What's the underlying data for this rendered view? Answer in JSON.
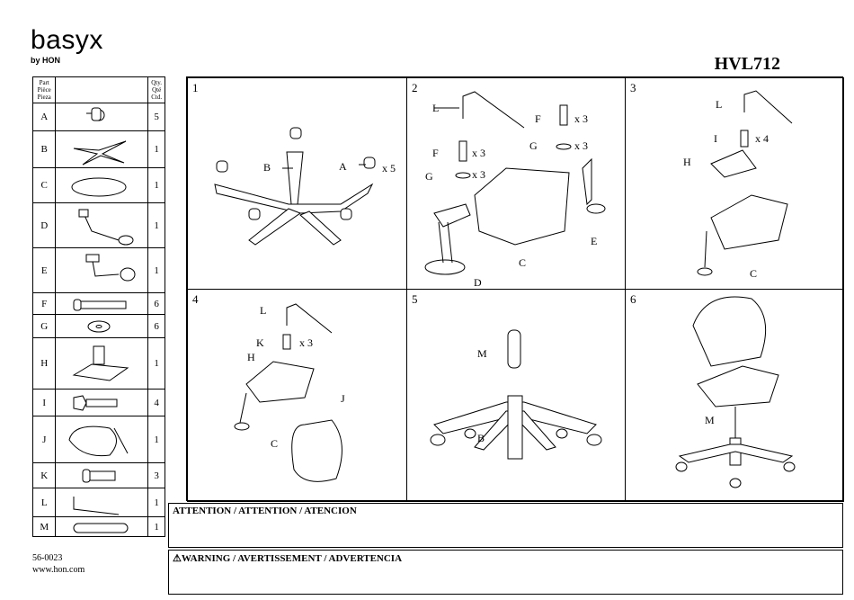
{
  "brand": {
    "name": "basyx",
    "tagline": "by HON"
  },
  "model": "HVL712",
  "parts_table": {
    "headers": {
      "part": "Part\nPièce\nPieza",
      "qty": "Qty.\nQté\nCtd."
    },
    "rows": [
      {
        "letter": "A",
        "qty": "5",
        "icon": "caster-icon"
      },
      {
        "letter": "B",
        "qty": "1",
        "icon": "base-icon"
      },
      {
        "letter": "C",
        "qty": "1",
        "icon": "seat-icon"
      },
      {
        "letter": "D",
        "qty": "1",
        "icon": "armrest-left-icon"
      },
      {
        "letter": "E",
        "qty": "1",
        "icon": "armrest-right-icon"
      },
      {
        "letter": "F",
        "qty": "6",
        "icon": "screw-icon"
      },
      {
        "letter": "G",
        "qty": "6",
        "icon": "washer-icon"
      },
      {
        "letter": "H",
        "qty": "1",
        "icon": "mechanism-icon"
      },
      {
        "letter": "I",
        "qty": "4",
        "icon": "bolt-icon"
      },
      {
        "letter": "J",
        "qty": "1",
        "icon": "backrest-icon"
      },
      {
        "letter": "K",
        "qty": "3",
        "icon": "short-screw-icon"
      },
      {
        "letter": "L",
        "qty": "1",
        "icon": "allen-wrench-icon"
      },
      {
        "letter": "M",
        "qty": "1",
        "icon": "cylinder-icon"
      }
    ]
  },
  "steps": [
    {
      "number": "1",
      "labels": {
        "A": "A",
        "B": "B",
        "x5": "x 5"
      }
    },
    {
      "number": "2",
      "labels": {
        "L": "L",
        "F1": "F",
        "F2": "F",
        "G1": "G",
        "G2": "G",
        "x3a": "x 3",
        "x3b": "x 3",
        "x3c": "x 3",
        "x3d": "x 3",
        "C": "C",
        "D": "D",
        "E": "E"
      }
    },
    {
      "number": "3",
      "labels": {
        "L": "L",
        "I": "I",
        "x4": "x 4",
        "H": "H",
        "C": "C"
      }
    },
    {
      "number": "4",
      "labels": {
        "L": "L",
        "K": "K",
        "x3": "x 3",
        "H": "H",
        "C": "C",
        "J": "J"
      }
    },
    {
      "number": "5",
      "labels": {
        "M": "M",
        "B": "B"
      }
    },
    {
      "number": "6",
      "labels": {
        "M": "M"
      }
    }
  ],
  "attention": "ATTENTION / ATTENTION / ATENCION",
  "warning": "WARNING / AVERTISSEMENT / ADVERTENCIA",
  "footer": {
    "code": "56-0023",
    "website": "www.hon.com"
  }
}
